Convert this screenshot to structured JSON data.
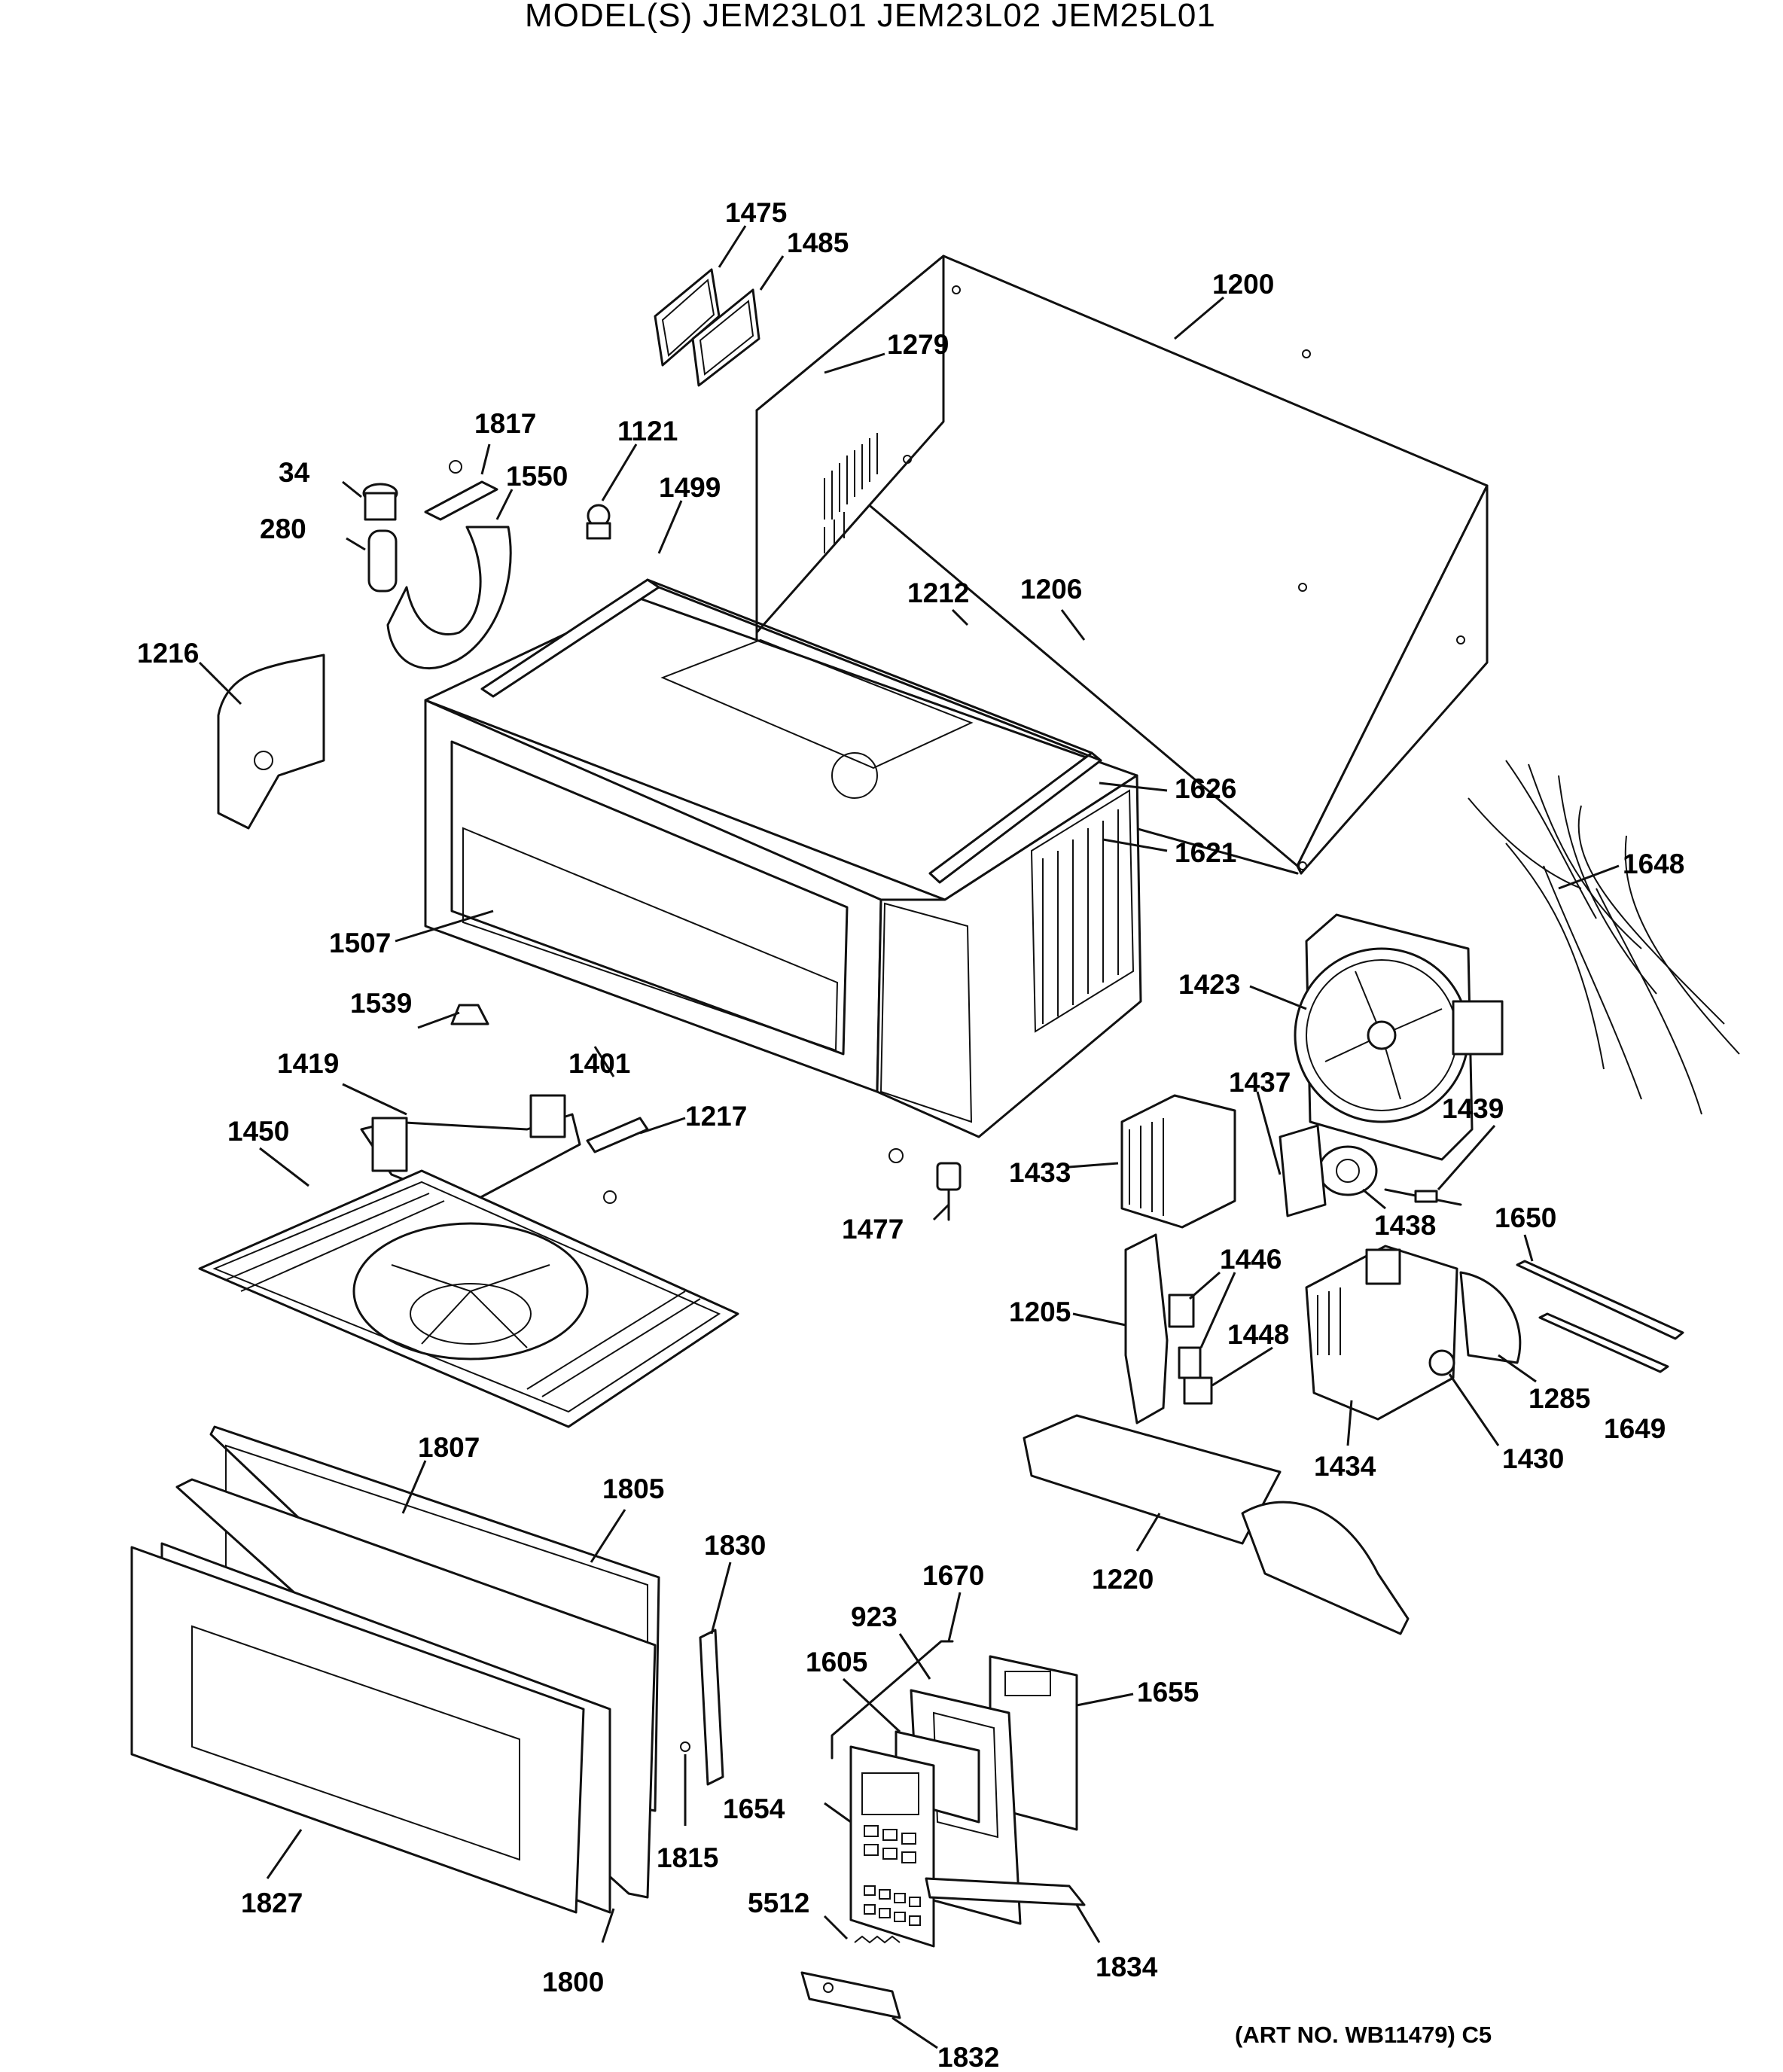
{
  "title": "MODEL(S)  JEM23L01  JEM23L02  JEM25L01",
  "art_number": "(ART NO. WB11479) C5",
  "parts": [
    {
      "id": "1475"
    },
    {
      "id": "1485"
    },
    {
      "id": "1200"
    },
    {
      "id": "1279"
    },
    {
      "id": "1817"
    },
    {
      "id": "1121"
    },
    {
      "id": "34"
    },
    {
      "id": "1550"
    },
    {
      "id": "280"
    },
    {
      "id": "1499"
    },
    {
      "id": "1212"
    },
    {
      "id": "1206"
    },
    {
      "id": "1216"
    },
    {
      "id": "1626"
    },
    {
      "id": "1621"
    },
    {
      "id": "1648"
    },
    {
      "id": "1507"
    },
    {
      "id": "1423"
    },
    {
      "id": "1539"
    },
    {
      "id": "1401"
    },
    {
      "id": "1419"
    },
    {
      "id": "1437"
    },
    {
      "id": "1439"
    },
    {
      "id": "1217"
    },
    {
      "id": "1450"
    },
    {
      "id": "1433"
    },
    {
      "id": "1438"
    },
    {
      "id": "1477"
    },
    {
      "id": "1650"
    },
    {
      "id": "1446"
    },
    {
      "id": "1205"
    },
    {
      "id": "1448"
    },
    {
      "id": "1285"
    },
    {
      "id": "1649"
    },
    {
      "id": "1430"
    },
    {
      "id": "1434"
    },
    {
      "id": "1807"
    },
    {
      "id": "1805"
    },
    {
      "id": "1220"
    },
    {
      "id": "1830"
    },
    {
      "id": "1670"
    },
    {
      "id": "923"
    },
    {
      "id": "1605"
    },
    {
      "id": "1655"
    },
    {
      "id": "1654"
    },
    {
      "id": "1815"
    },
    {
      "id": "1827"
    },
    {
      "id": "5512"
    },
    {
      "id": "1800"
    },
    {
      "id": "1834"
    },
    {
      "id": "1832"
    }
  ]
}
